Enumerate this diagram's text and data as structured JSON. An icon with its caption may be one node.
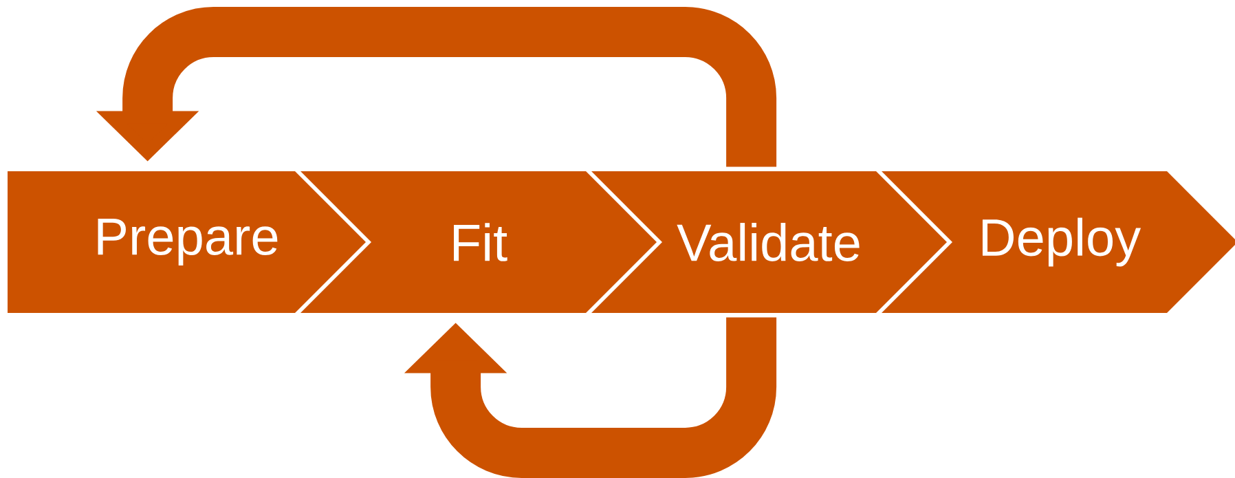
{
  "diagram": {
    "nodes": [
      {
        "text": [
          "Prepare"
        ]
      },
      {
        "text": [
          "Fit"
        ]
      },
      {
        "text": [
          "Validate"
        ]
      },
      {
        "text": [
          "Deploy"
        ]
      }
    ],
    "edges": [
      {
        "from": 2,
        "to": 0,
        "arrow": "to"
      },
      {
        "from": 2,
        "to": 1,
        "arrow": "to"
      }
    ]
  }
}
